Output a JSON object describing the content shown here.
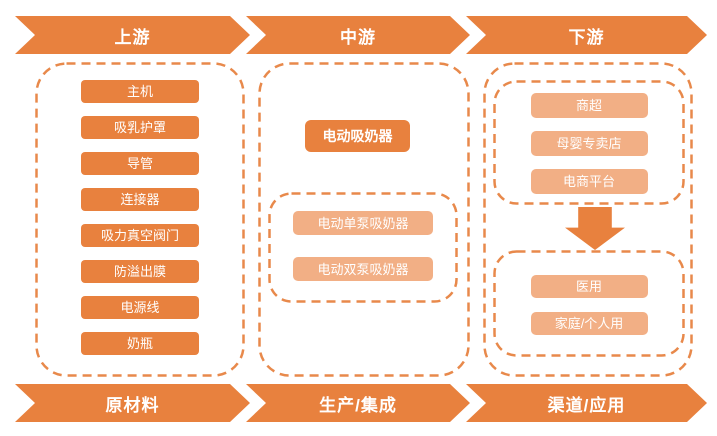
{
  "colors": {
    "primary_orange": "#E8813E",
    "light_orange": "#F2AF85",
    "dashed_border": "#E8894B",
    "text_on_orange": "#FFFFFF",
    "background": "#FFFFFF"
  },
  "stages": {
    "top": [
      "上游",
      "中游",
      "下游"
    ],
    "bottom": [
      "原材料",
      "生产/集成",
      "渠道/应用"
    ]
  },
  "upstream": {
    "items": [
      "主机",
      "吸乳护罩",
      "导管",
      "连接器",
      "吸力真空阀门",
      "防溢出膜",
      "电源线",
      "奶瓶"
    ]
  },
  "midstream": {
    "product": "电动吸奶器",
    "variants": [
      "电动单泵吸奶器",
      "电动双泵吸奶器"
    ]
  },
  "downstream": {
    "channels": [
      "商超",
      "母婴专卖店",
      "电商平台"
    ],
    "applications": [
      "医用",
      "家庭/个人用"
    ]
  }
}
